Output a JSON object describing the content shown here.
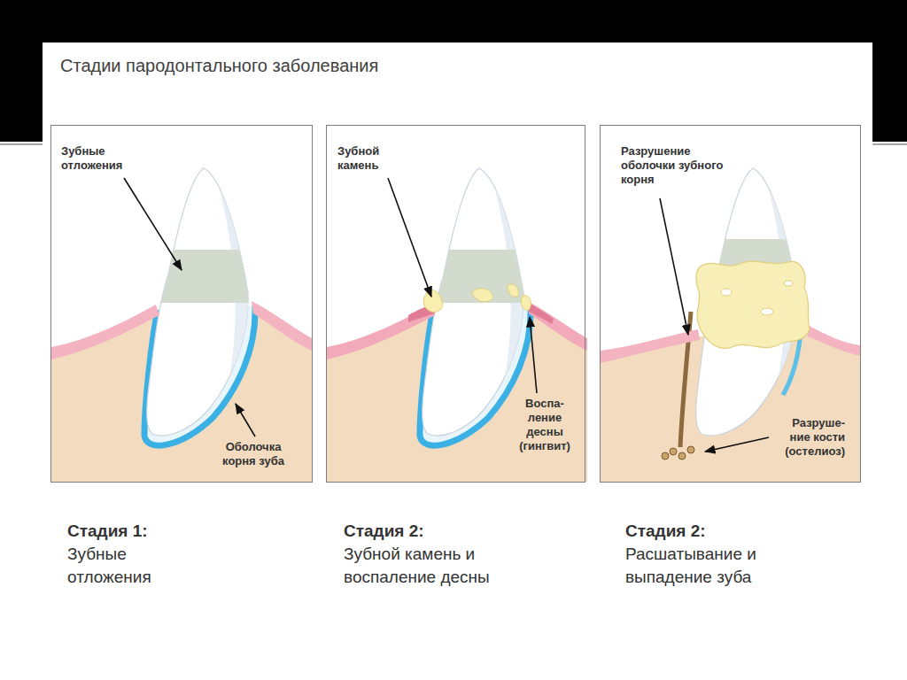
{
  "diagram": {
    "title": "Стадии пародонтального заболевания",
    "nodes": [
      {
        "text": [
          "Зубные отложения",
          "Оболочка корня зуба",
          "Стадия 1:",
          "Зубные отложения"
        ]
      },
      {
        "text": [
          "Зубной камень",
          "Воспа- ление десны (гингвит)",
          "Стадия 2:",
          "Зубной камень и воспаление десны"
        ]
      },
      {
        "text": [
          "Разрушение оболочки зубного корня",
          "Разруше- ние кости (остелиоз)",
          "Стадия 2:",
          "Расшатывание и выпадение зуба"
        ]
      }
    ]
  }
}
